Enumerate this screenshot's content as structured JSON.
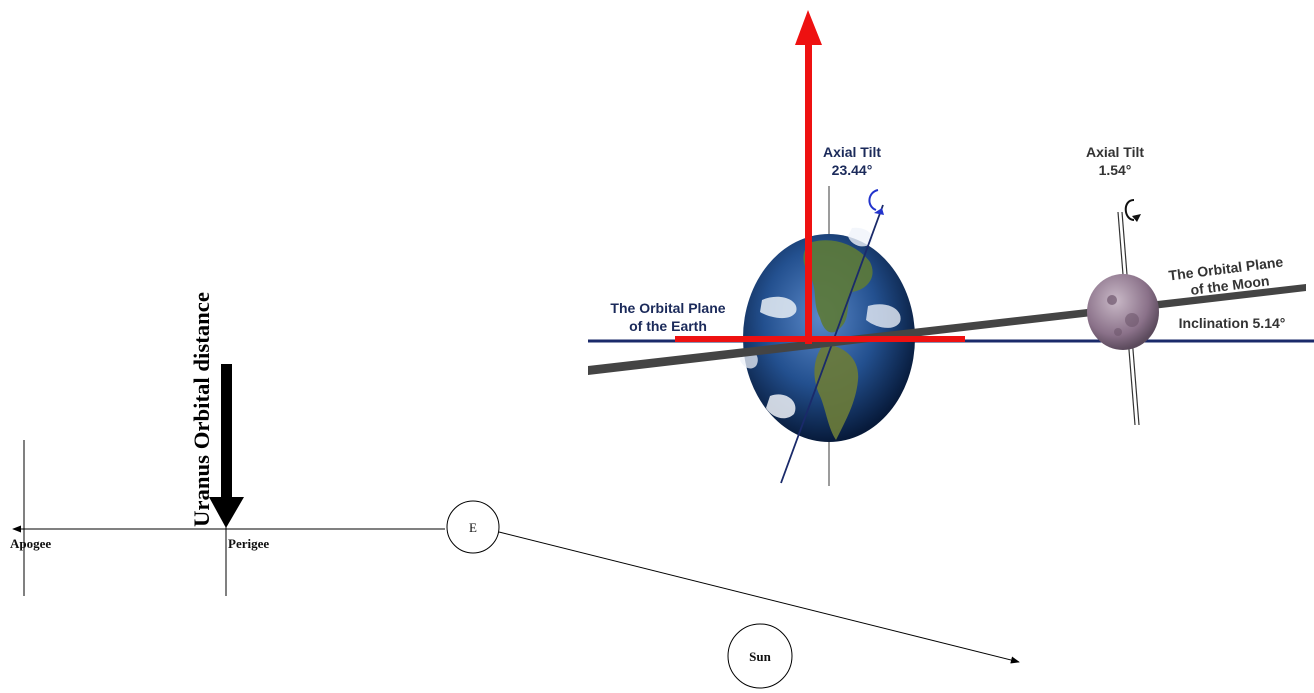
{
  "left_diagram": {
    "vertical_arrow_label": "Uranus Orbital distance",
    "apogee_label": "Apogee",
    "perigee_label": "Perigee",
    "earth_node_label": "E",
    "sun_node_label": "Sun"
  },
  "right_diagram": {
    "earth_axial_tilt_title": "Axial Tilt",
    "earth_axial_tilt_value": "23.44°",
    "moon_axial_tilt_title": "Axial Tilt",
    "moon_axial_tilt_value": "1.54°",
    "earth_plane_line1": "The Orbital Plane",
    "earth_plane_line2": "of the Earth",
    "moon_plane_line1": "The Orbital Plane",
    "moon_plane_line2": "of the Moon",
    "inclination_label": "Inclination 5.14°"
  },
  "colors": {
    "red_axes": "#ee1111",
    "earth_plane_line": "#1a2a6a",
    "moon_plane_line": "#555555",
    "black": "#000000",
    "earth_rotation_arrow": "#2233cc"
  }
}
